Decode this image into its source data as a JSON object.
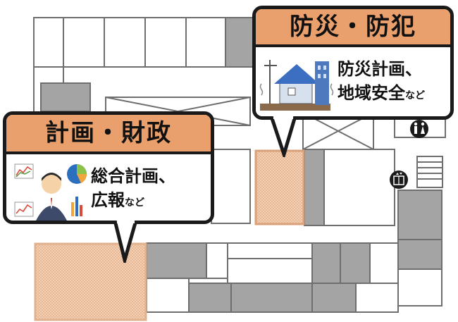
{
  "callouts": {
    "disaster": {
      "title": "防災・防犯",
      "line1": "防災計画、",
      "line2_main": "地域安全",
      "line2_suffix": "など"
    },
    "planning": {
      "title": "計画・財政",
      "line1": "総合計画、",
      "line2_main": "広報",
      "line2_suffix": "など"
    }
  },
  "icons": [
    "earthquake-house-icon",
    "planning-person-icon",
    "restroom-icon",
    "elevator-icon"
  ],
  "colors": {
    "header": "#e9a06c",
    "highlight_room": "#f2c9a8",
    "highlight_border": "#d9a07a",
    "wall": "#6e6e6e",
    "room_gray": "#a4a4a4"
  }
}
